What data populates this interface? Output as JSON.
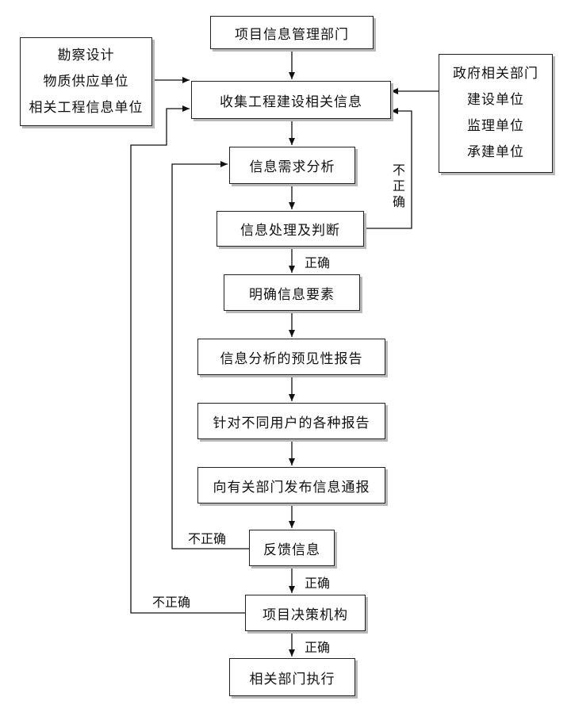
{
  "nodes": {
    "dept": "项目信息管理部门",
    "collect": "收集工程建设相关信息",
    "demand": "信息需求分析",
    "process": "信息处理及判断",
    "elements": "明确信息要素",
    "forecast": "信息分析的预见性报告",
    "reports": "针对不同用户的各种报告",
    "publish": "向有关部门发布信息通报",
    "feedback": "反馈信息",
    "decision": "项目决策机构",
    "execute": "相关部门执行"
  },
  "left_sources": [
    "勘察设计",
    "物质供应单位",
    "相关工程信息单位"
  ],
  "right_sources": [
    "政府相关部门",
    "建设单位",
    "监理单位",
    "承建单位"
  ],
  "labels": {
    "correct": "正确",
    "incorrect": "不正确"
  }
}
